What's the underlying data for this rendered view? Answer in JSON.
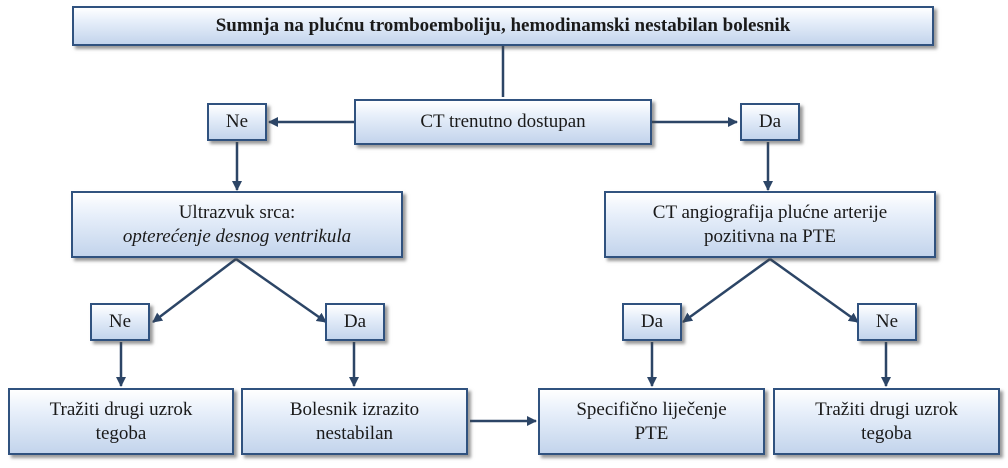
{
  "diagram": {
    "top": "Sumnja na plućnu tromboemboliju, hemodinamski nestabilan bolesnik",
    "ct_question": "CT trenutno dostupan",
    "ct_no": "Ne",
    "ct_yes": "Da",
    "echo": {
      "line1": "Ultrazvuk srca:",
      "line2": "opterećenje desnog ventrikula"
    },
    "cta": {
      "line1": "CT angiografija plućne arterije",
      "line2": "pozitivna na PTE"
    },
    "echo_no": "Ne",
    "echo_yes": "Da",
    "cta_yes": "Da",
    "cta_no": "Ne",
    "other_cause_left": {
      "line1": "Tražiti drugi uzrok",
      "line2": "tegoba"
    },
    "unstable": {
      "line1": "Bolesnik izrazito",
      "line2": "nestabilan"
    },
    "treatment": {
      "line1": "Specifično liječenje",
      "line2": "PTE"
    },
    "other_cause_right": {
      "line1": "Tražiti drugi uzrok",
      "line2": "tegoba"
    }
  },
  "colors": {
    "box_border": "#30527f",
    "arrow": "#2c4566",
    "box_fill_bottom": "#c3d4ec"
  }
}
